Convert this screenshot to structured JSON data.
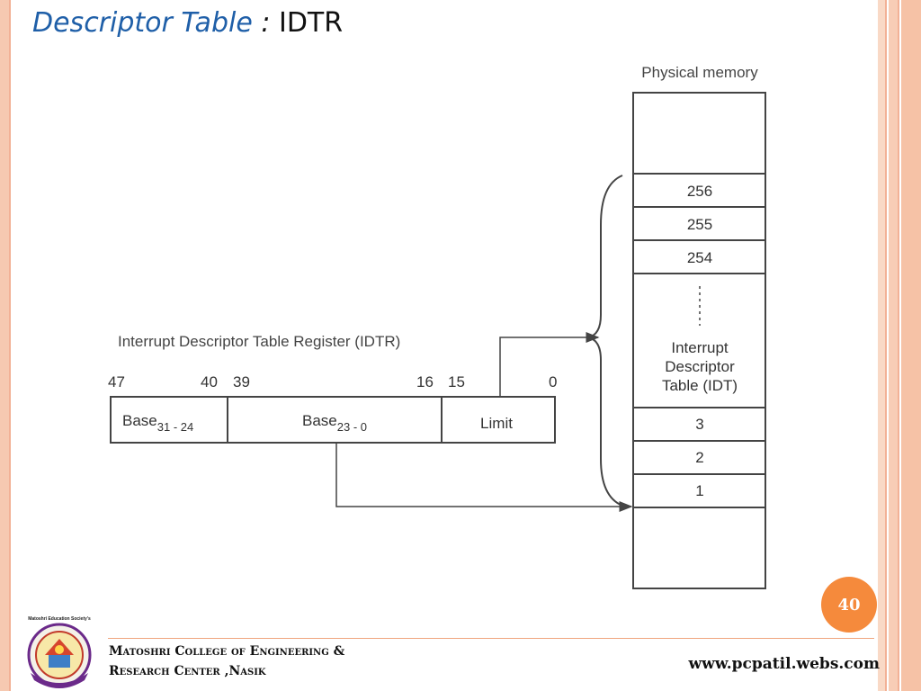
{
  "slide": {
    "title_main": "Descriptor Table",
    "title_sep": " : ",
    "title_sub": "IDTR",
    "page_number": "40",
    "college_line1": "Matoshri College of Engineering  &",
    "college_line2": "Research Center ,Nasik",
    "website": "www.pcpatil.webs.com",
    "logo_caption": "Matoshri Education Society's"
  },
  "diagram": {
    "physical_memory_label": "Physical memory",
    "register_title": "Interrupt Descriptor Table Register (IDTR)",
    "bit_labels": [
      "47",
      "40",
      "39",
      "16",
      "15",
      "0"
    ],
    "fields": [
      {
        "base": "Base",
        "sub": "31 - 24"
      },
      {
        "base": "Base",
        "sub": "23 - 0"
      },
      {
        "base": "Limit",
        "sub": ""
      }
    ],
    "memory_rows_top": [
      "256",
      "255",
      "254"
    ],
    "idt_label": [
      "Interrupt",
      "Descriptor",
      "Table (IDT)"
    ],
    "memory_rows_bottom": [
      "3",
      "2",
      "1"
    ]
  },
  "colors": {
    "accent_orange": "#f58a3c",
    "title_blue": "#1f5fa8",
    "border_peach": "#f6c9b1"
  }
}
